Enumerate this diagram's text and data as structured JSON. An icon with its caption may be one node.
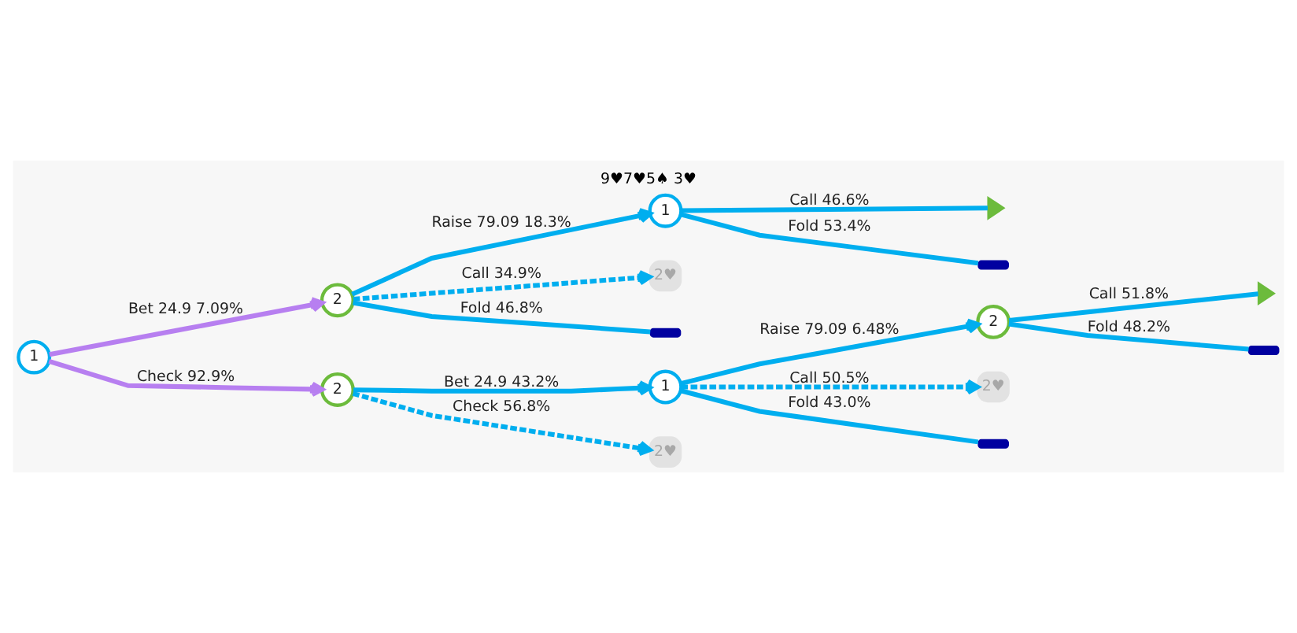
{
  "diagram": {
    "title": "9♥7♥5♠ 3♥",
    "nodes": [
      {
        "text": [
          "1"
        ]
      },
      {
        "text": [
          "2"
        ]
      },
      {
        "text": [
          "1"
        ]
      },
      {
        "text": [],
        "shape": "arrow"
      },
      {
        "text": [
          "2♥"
        ]
      },
      {
        "text": [],
        "shape": "bar"
      },
      {
        "text": [],
        "shape": "bar"
      },
      {
        "text": [
          "2"
        ]
      },
      {
        "text": [
          "1"
        ]
      },
      {
        "text": [
          "2"
        ]
      },
      {
        "text": [],
        "shape": "arrow"
      },
      {
        "text": [
          "2♥"
        ]
      },
      {
        "text": [
          "2♥"
        ]
      },
      {
        "text": [],
        "shape": "bar"
      },
      {
        "text": [],
        "shape": "bar"
      }
    ],
    "edges": [
      {
        "from": 0,
        "to": 1,
        "arrow": "to",
        "label": "Bet 24.9 7.09%",
        "color": "#b77ff0"
      },
      {
        "from": 0,
        "to": 7,
        "arrow": "to",
        "label": "Check 92.9%",
        "color": "#b77ff0"
      },
      {
        "from": 1,
        "to": 2,
        "arrow": "to",
        "label": "Raise 79.09 18.3%"
      },
      {
        "from": 1,
        "to": 4,
        "arrow": "to",
        "label": "Call 34.9%",
        "style": "dashed"
      },
      {
        "from": 1,
        "to": 6,
        "arrow": "none",
        "label": "Fold 46.8%"
      },
      {
        "from": 2,
        "to": 3,
        "arrow": "none",
        "label": "Call 46.6%"
      },
      {
        "from": 2,
        "to": 5,
        "arrow": "none",
        "label": "Fold 53.4%"
      },
      {
        "from": 7,
        "to": 8,
        "arrow": "to",
        "label": "Bet 24.9 43.2%"
      },
      {
        "from": 7,
        "to": 11,
        "arrow": "to",
        "label": "Check 56.8%",
        "style": "dashed"
      },
      {
        "from": 8,
        "to": 9,
        "arrow": "to",
        "label": "Raise 79.09 6.48%"
      },
      {
        "from": 8,
        "to": 12,
        "arrow": "to",
        "label": "Call 50.5%",
        "style": "dashed"
      },
      {
        "from": 8,
        "to": 14,
        "arrow": "none",
        "label": "Fold 43.0%"
      },
      {
        "from": 9,
        "to": 10,
        "arrow": "none",
        "label": "Call 51.8%"
      },
      {
        "from": 9,
        "to": 13,
        "arrow": "none",
        "label": "Fold 48.2%"
      }
    ]
  }
}
